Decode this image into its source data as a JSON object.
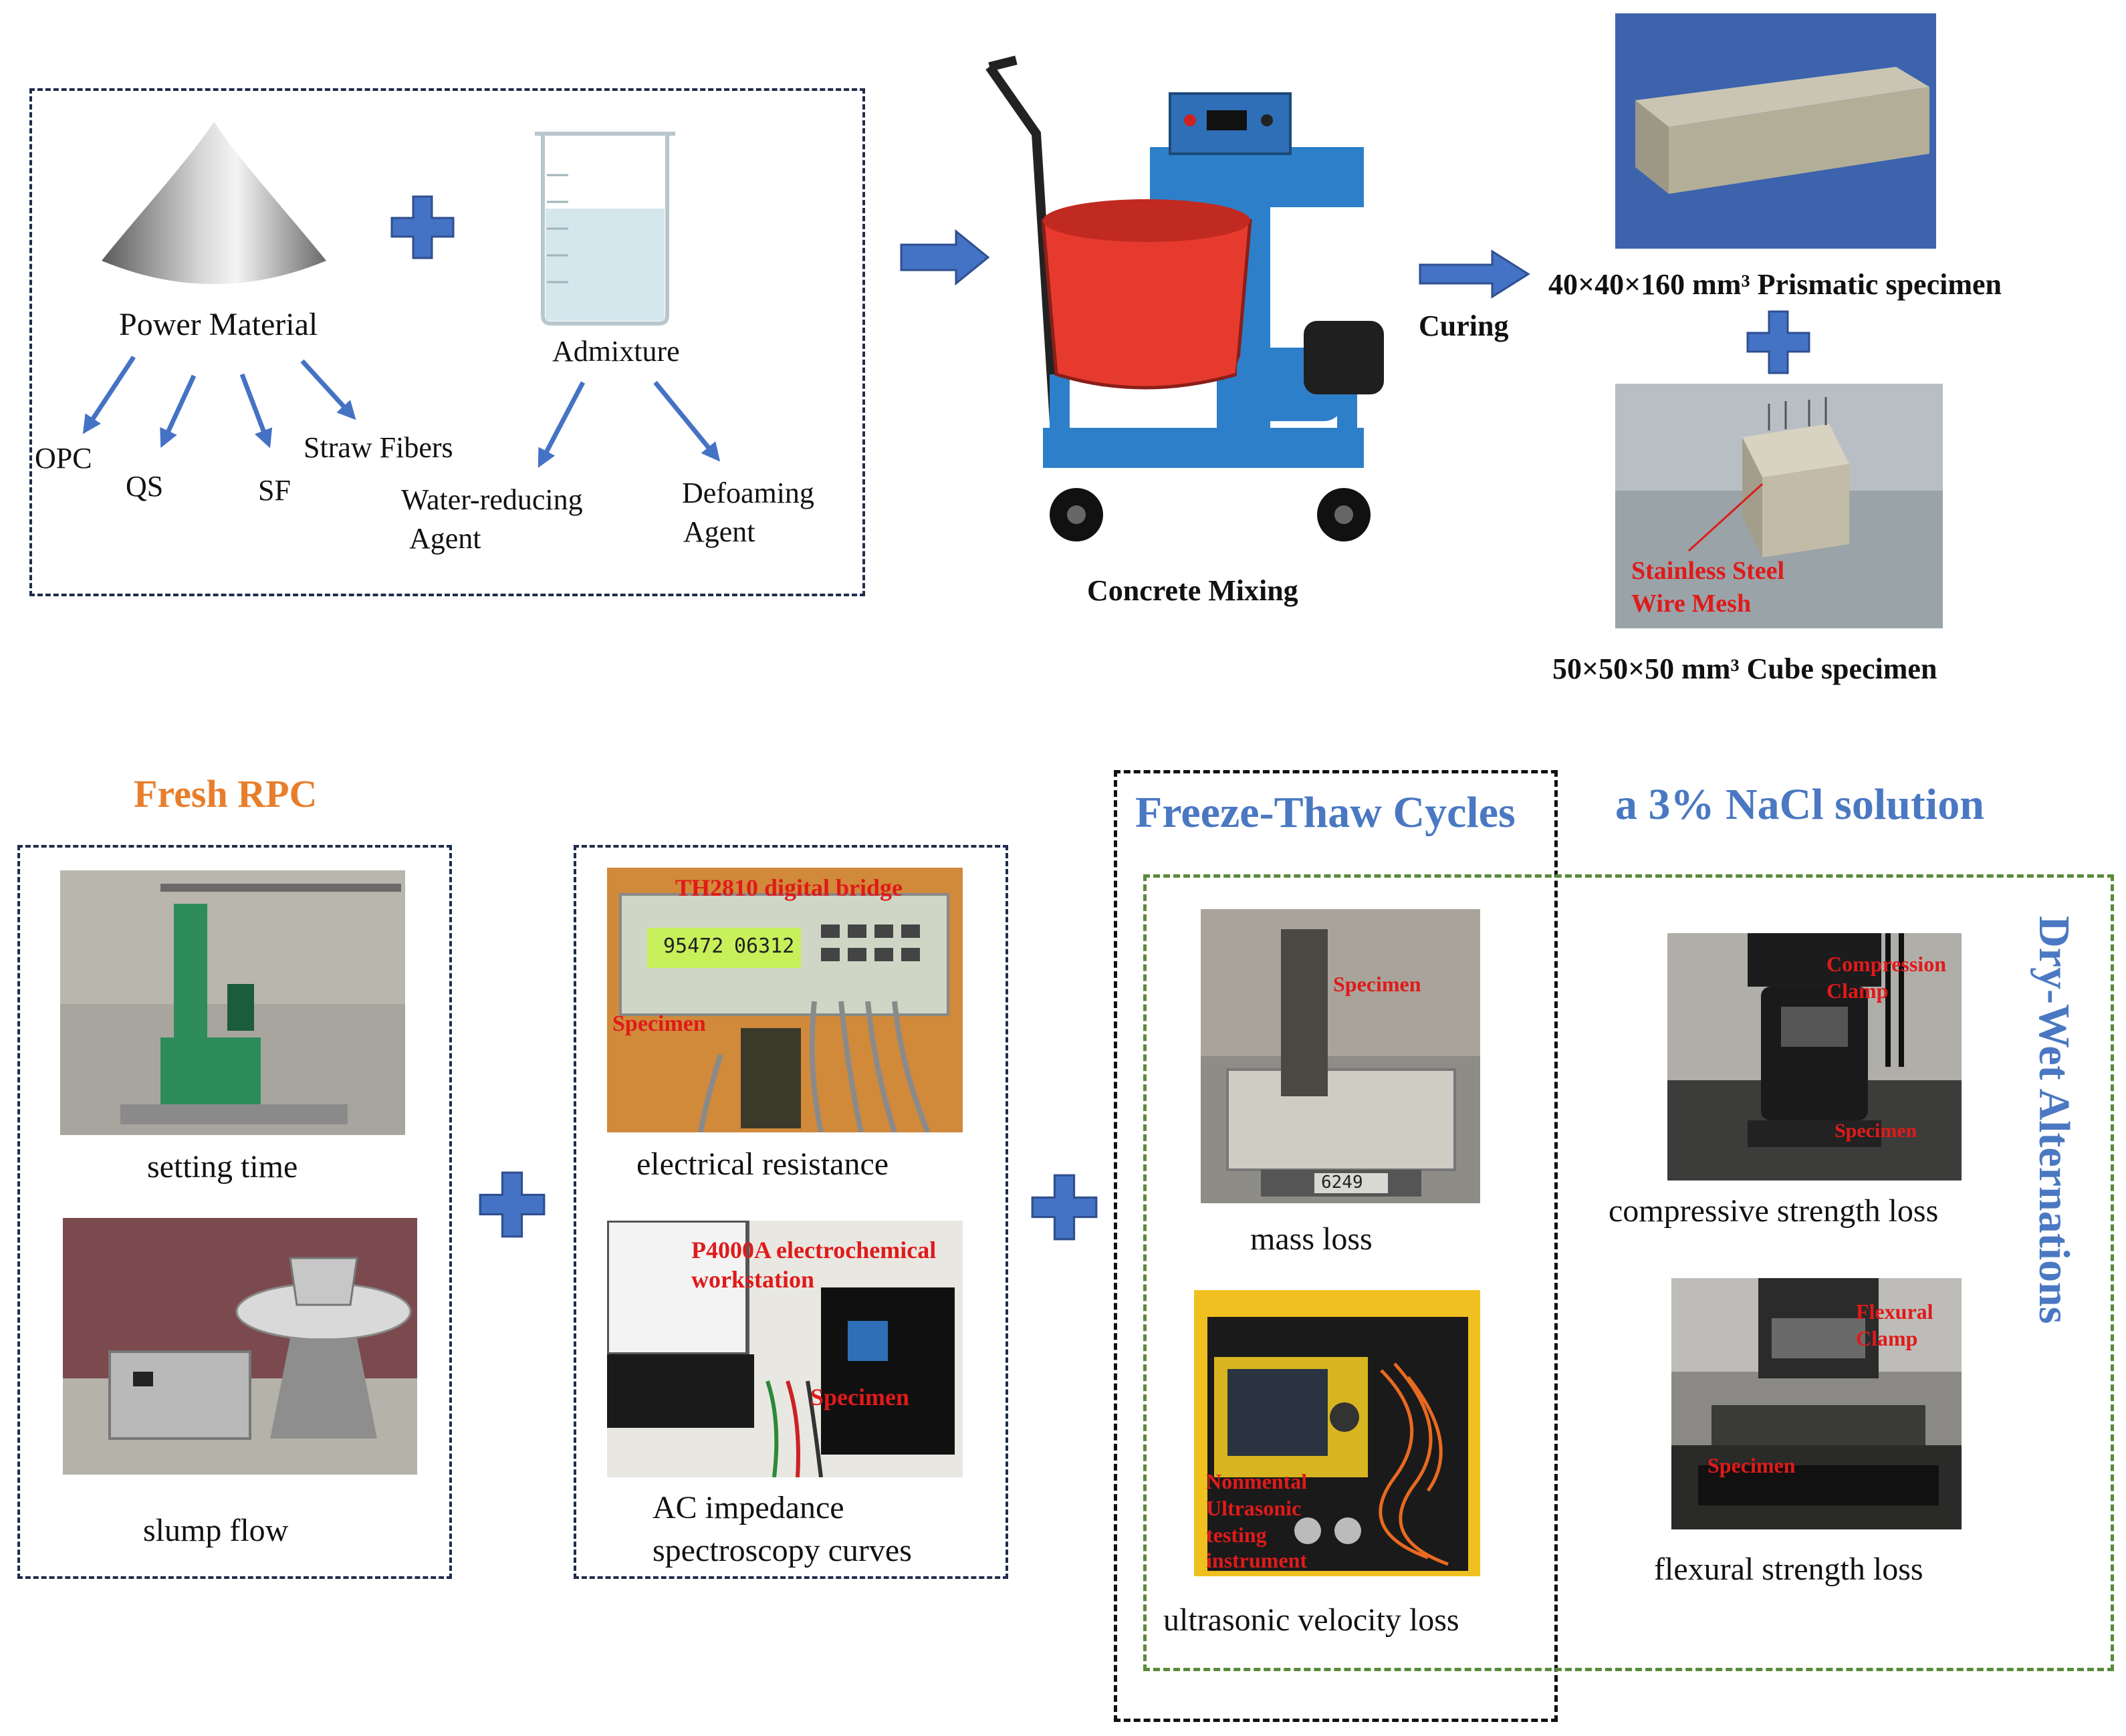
{
  "materials": {
    "powder_label": "Power Material",
    "powder_items": [
      "OPC",
      "QS",
      "SF",
      "Straw Fibers"
    ],
    "admixture_label": "Admixture",
    "admixture_items": [
      "Water-reducing",
      "Agent",
      "Defoaming",
      "Agent"
    ]
  },
  "mixing": {
    "label": "Concrete Mixing",
    "display_value": ""
  },
  "curing": {
    "label": "Curing"
  },
  "specimens": {
    "prism_label": "40×40×160 mm³ Prismatic specimen",
    "cube_label": "50×50×50 mm³ Cube specimen",
    "cube_annotation_line1": "Stainless Steel",
    "cube_annotation_line2": "Wire Mesh"
  },
  "fresh": {
    "title": "Fresh RPC",
    "setting_time": "setting time",
    "slump_flow": "slump flow"
  },
  "electrical": {
    "resistance_label": "electrical resistance",
    "bridge_label": "TH2810 digital bridge",
    "bridge_specimen": "Specimen",
    "bridge_reading_1": "95472",
    "bridge_reading_2": "06312",
    "impedance_label_line1": "AC impedance",
    "impedance_label_line2": "spectroscopy curves",
    "workstation_line1": "P4000A electrochemical",
    "workstation_line2": "workstation",
    "workstation_specimen": "Specimen"
  },
  "freeze_thaw": {
    "title": "Freeze-Thaw Cycles",
    "mass_loss": "mass loss",
    "mass_specimen": "Specimen",
    "scale_reading": "6249",
    "ultrasonic_loss": "ultrasonic velocity loss",
    "ultrasonic_line1": "Nonmental",
    "ultrasonic_line2": "Ultrasonic",
    "ultrasonic_line3": "testing",
    "ultrasonic_line4": "instrument"
  },
  "nacl": {
    "title": "a 3% NaCl solution"
  },
  "dry_wet": {
    "title": "Dry-Wet Alternations",
    "compressive_loss": "compressive strength loss",
    "compression_clamp_1": "Compression",
    "compression_clamp_2": "Clamp",
    "compression_specimen": "Specimen",
    "flexural_loss": "flexural strength loss",
    "flexural_clamp_1": "Flexural",
    "flexural_clamp_2": "Clamp",
    "flexural_specimen": "Specimen"
  },
  "colors": {
    "arrow_blue": "#4472c4",
    "plus_blue": "#4472c4",
    "fresh_orange": "#e87e2c",
    "title_blue": "#4a78c2",
    "annotation_red": "#e01a1a",
    "navy_border": "#1f2d4d",
    "green_border": "#5a8a3a"
  }
}
